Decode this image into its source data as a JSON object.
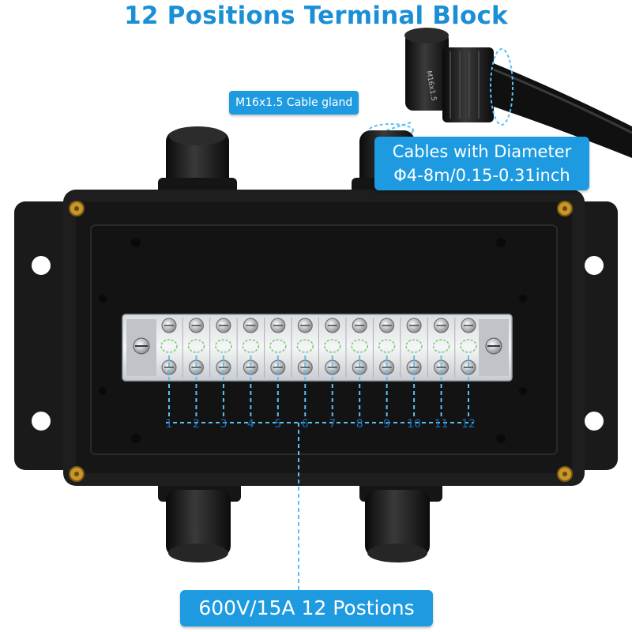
{
  "title": "12 Positions Terminal Block",
  "gland_label": "M16x1.5 Cable gland",
  "gland_marking": "M16x1.5",
  "cables_line1": "Cables with Diameter",
  "cables_line2": "Φ4-8m/0.15-0.31inch",
  "rating_label": "600V/15A 12 Postions",
  "positions": [
    "1",
    "2",
    "3",
    "4",
    "5",
    "6",
    "7",
    "8",
    "9",
    "10",
    "11",
    "12"
  ],
  "colors": {
    "accent": "#1e9be0",
    "title": "#1a8fd6",
    "box": "#1b1b1b",
    "brass": "#c9962a",
    "highlight": "#5bc0f0"
  }
}
